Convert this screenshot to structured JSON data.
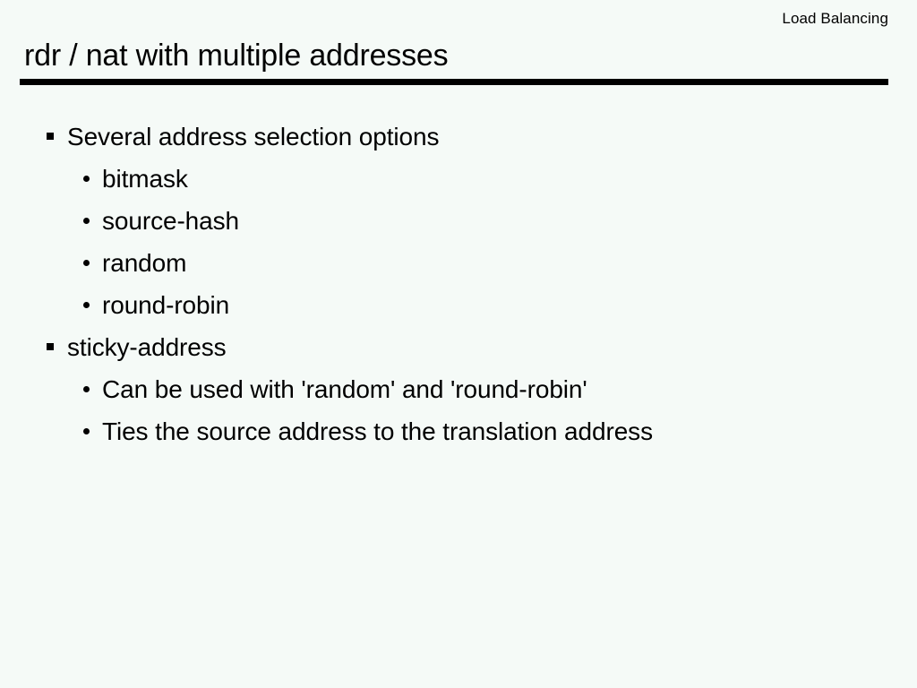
{
  "slide": {
    "header": "Load Balancing",
    "title": "rdr / nat with multiple addresses",
    "colors": {
      "background": "#f5faf7",
      "text": "#000000",
      "rule": "#000000"
    },
    "bullets": [
      {
        "level": 1,
        "marker": "square",
        "text": "Several address selection options"
      },
      {
        "level": 2,
        "marker": "disc",
        "text": "bitmask"
      },
      {
        "level": 2,
        "marker": "disc",
        "text": "source-hash"
      },
      {
        "level": 2,
        "marker": "disc",
        "text": "random"
      },
      {
        "level": 2,
        "marker": "disc",
        "text": "round-robin"
      },
      {
        "level": 1,
        "marker": "square",
        "text": "sticky-address"
      },
      {
        "level": 2,
        "marker": "disc",
        "text": "Can be used with 'random' and 'round-robin'"
      },
      {
        "level": 2,
        "marker": "disc",
        "text": "Ties the source address to the translation address"
      }
    ]
  }
}
